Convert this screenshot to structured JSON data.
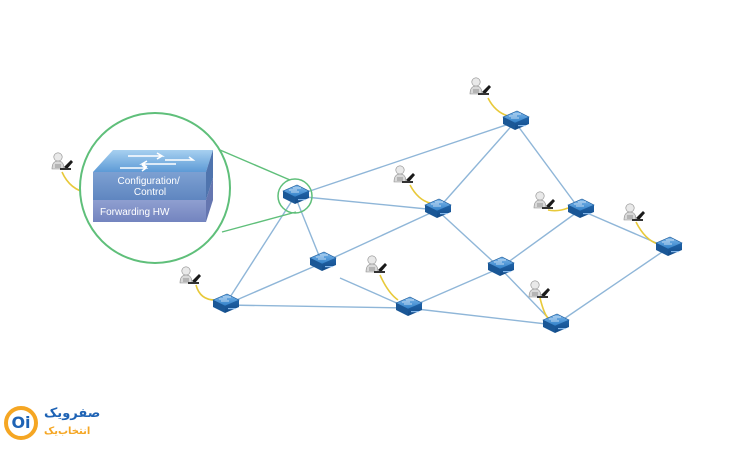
{
  "zoom_callout": {
    "control_plane_label": "Configuration/\nControl",
    "data_plane_label": "Forwarding HW"
  },
  "logo": {
    "mark": "Oi",
    "line1": "صفرویک",
    "line2": "انتخاب‌یک"
  },
  "colors": {
    "link_line": "#8fb6d8",
    "switch_blue": "#2a78c4",
    "callout_ring": "#5fbf7a",
    "control_layer": "#6f94c8",
    "forwarding_layer": "#8596c9",
    "host_cable": "#e8c93a",
    "logo_blue": "#1e63b5",
    "logo_orange": "#f5a623"
  },
  "icons": {
    "switch": "network-switch-icon",
    "host": "workstation-user-icon"
  }
}
